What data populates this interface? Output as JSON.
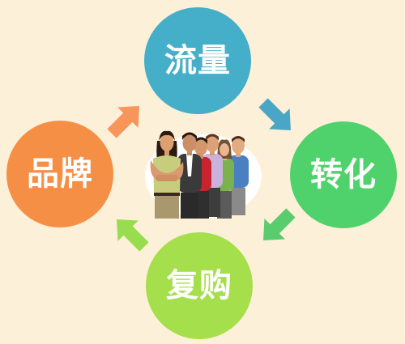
{
  "diagram": {
    "nodes": [
      {
        "id": "traffic",
        "label": "流量",
        "color": "#45aec8"
      },
      {
        "id": "conversion",
        "label": "转化",
        "color": "#4fd26c"
      },
      {
        "id": "repurchase",
        "label": "复购",
        "color": "#a6df4c"
      },
      {
        "id": "brand",
        "label": "品牌",
        "color": "#f58f45"
      }
    ],
    "arrows": [
      {
        "from": "brand",
        "to": "traffic",
        "color": "#f7955a"
      },
      {
        "from": "traffic",
        "to": "conversion",
        "color": "#4aa6c6"
      },
      {
        "from": "conversion",
        "to": "repurchase",
        "color": "#59cc6e"
      },
      {
        "from": "repurchase",
        "to": "brand",
        "color": "#98dc4f"
      }
    ],
    "center_image": "group-of-people-illustration"
  }
}
